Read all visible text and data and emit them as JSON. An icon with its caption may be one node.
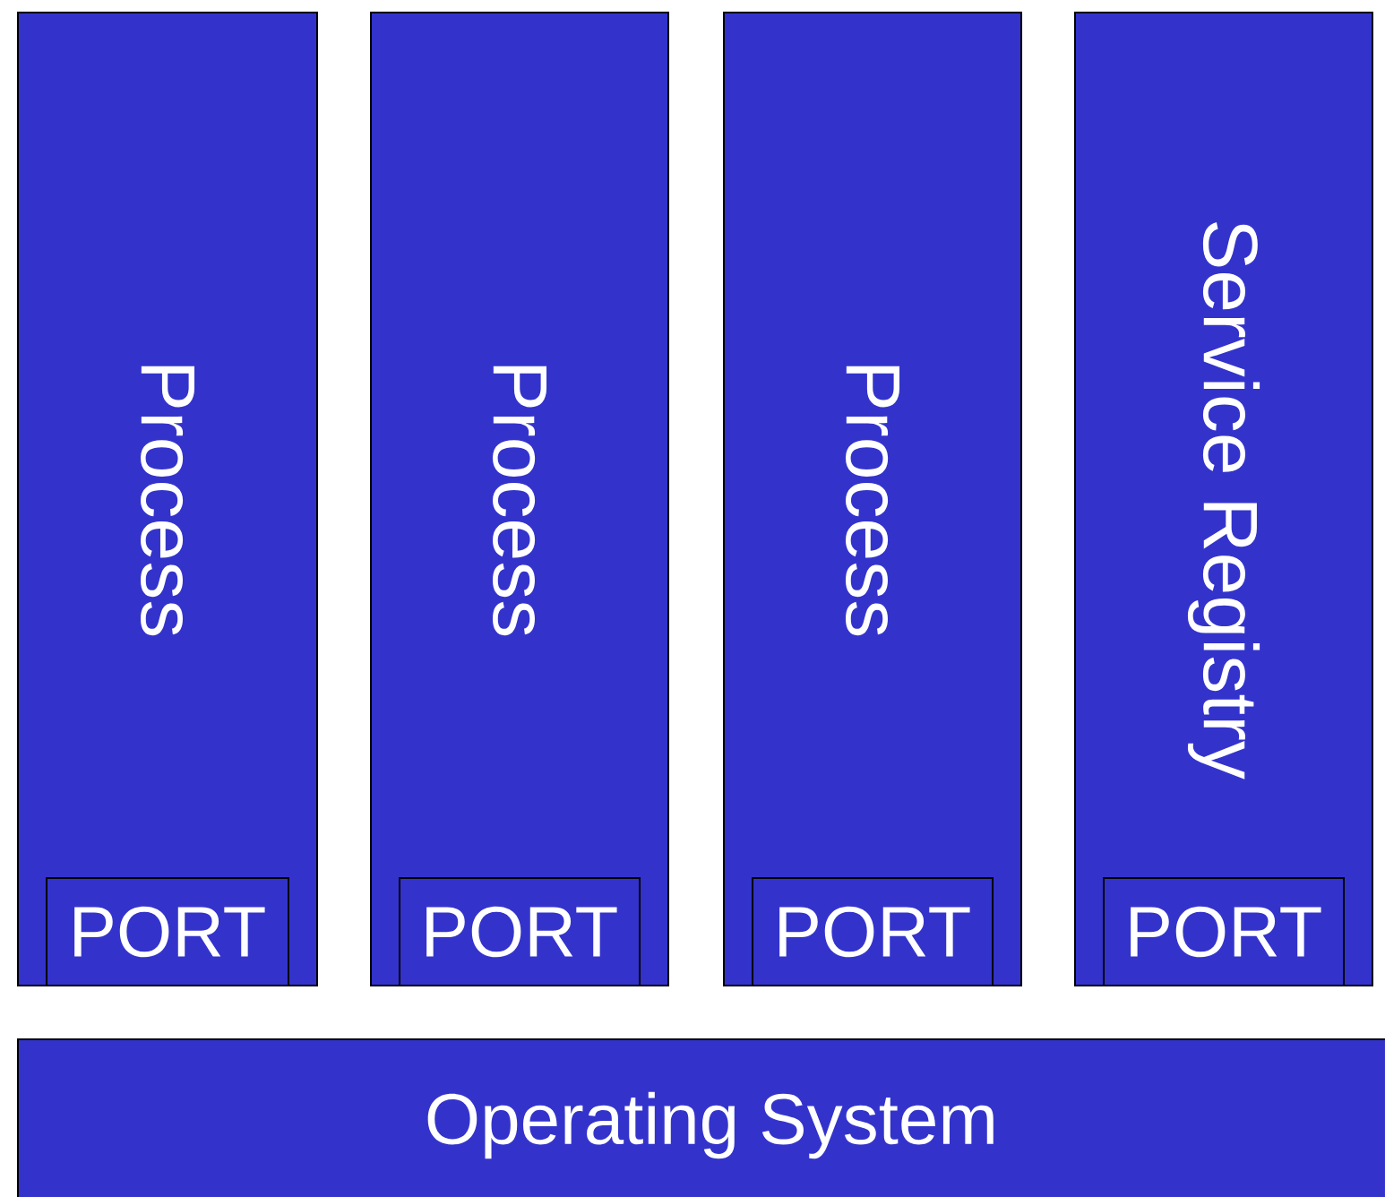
{
  "diagram": {
    "nodes": [
      {
        "text": [
          "Process"
        ]
      },
      {
        "text": [
          "PORT"
        ],
        "in": 0
      },
      {
        "text": [
          "Process"
        ]
      },
      {
        "text": [
          "PORT"
        ],
        "in": 2
      },
      {
        "text": [
          "Process"
        ]
      },
      {
        "text": [
          "PORT"
        ],
        "in": 4
      },
      {
        "text": [
          "Service Registry"
        ]
      },
      {
        "text": [
          "PORT"
        ],
        "in": 6
      },
      {
        "text": [
          "Operating System"
        ]
      }
    ]
  }
}
